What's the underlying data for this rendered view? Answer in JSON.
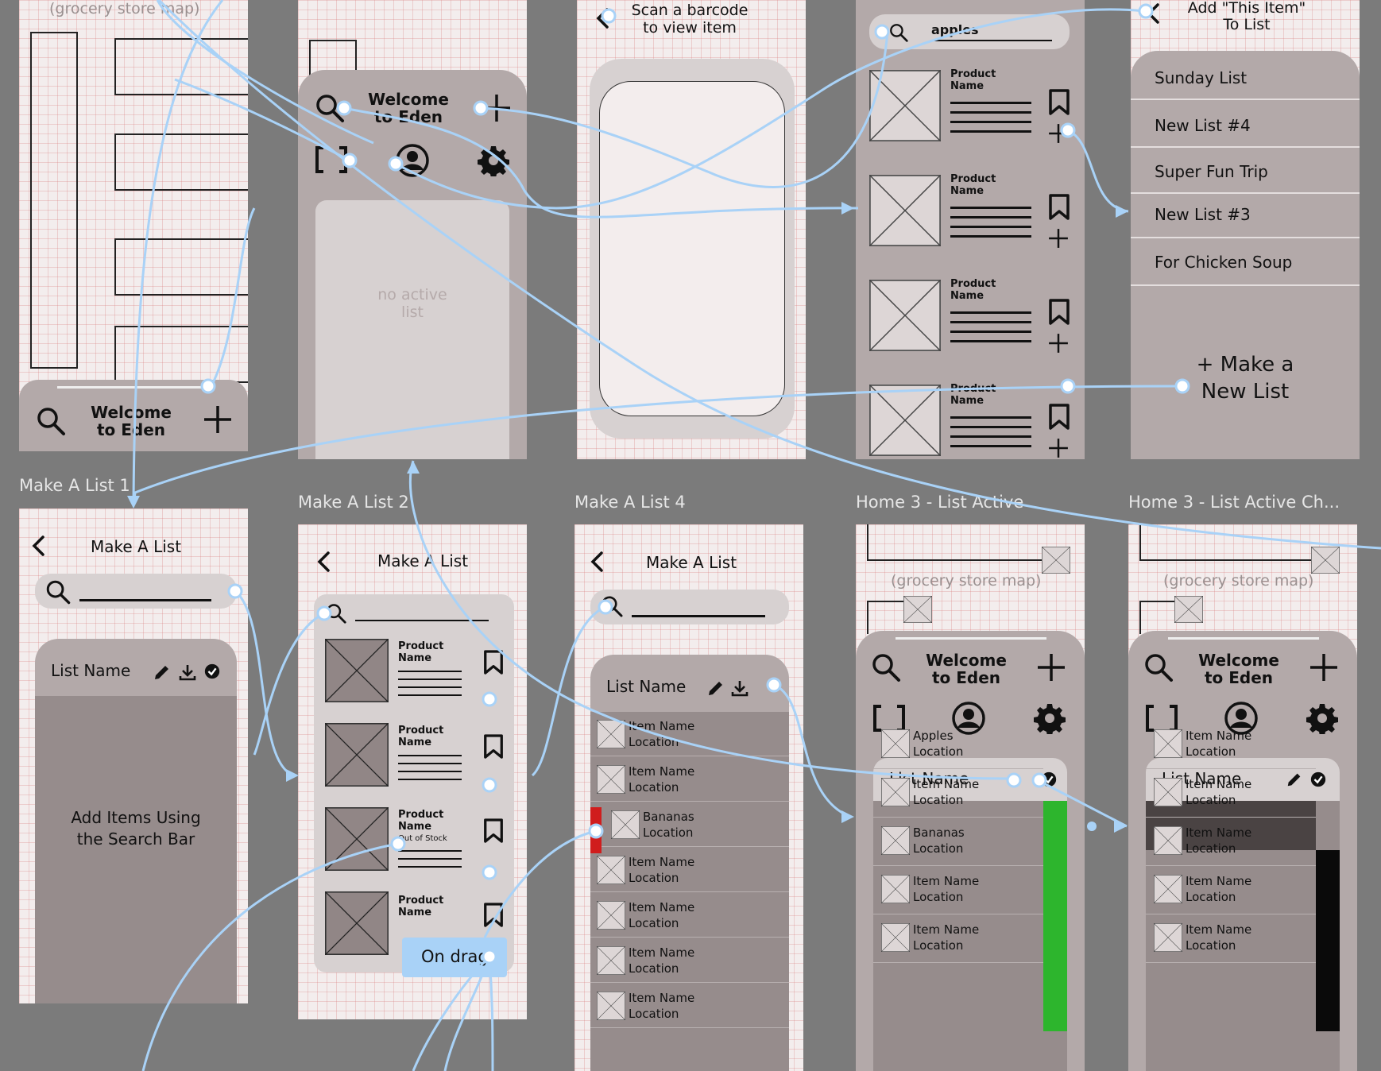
{
  "labels": {
    "make_list_1": "Make A List 1",
    "make_list_2": "Make A List 2",
    "make_list_4": "Make A List 4",
    "home3_active": "Home 3 - List Active",
    "home3_active_ch": "Home 3 - List Active Ch..."
  },
  "home": {
    "map_caption": "(grocery store map)",
    "welcome": "Welcome to Eden"
  },
  "home2": {
    "welcome": "Welcome to Eden",
    "no_active": "no active list"
  },
  "scan": {
    "title": "Scan a barcode to view item"
  },
  "search": {
    "query": "apples",
    "product_name": "Product Name"
  },
  "add_to_list": {
    "title": "Add \"This Item\" To List",
    "lists": [
      "Sunday List",
      "New List #4",
      "Super Fun Trip",
      "New List #3",
      "For Chicken Soup"
    ],
    "make_new": "+ Make a New List"
  },
  "make_a_list": {
    "title": "Make A List",
    "list_name": "List Name",
    "add_items_hint": "Add Items Using the Search Bar"
  },
  "make_list_2": {
    "product_name": "Product Name",
    "out_of_stock": "Out of Stock",
    "on_drag": "On drag"
  },
  "make_list_4": {
    "items": [
      {
        "name": "Item Name",
        "location": "Location"
      },
      {
        "name": "Item Name",
        "location": "Location"
      },
      {
        "name": "Bananas",
        "location": "Location"
      },
      {
        "name": "Item Name",
        "location": "Location"
      },
      {
        "name": "Item Name",
        "location": "Location"
      },
      {
        "name": "Item Name",
        "location": "Location"
      },
      {
        "name": "Item Name",
        "location": "Location"
      }
    ]
  },
  "home3": {
    "map_caption": "(grocery store map)",
    "welcome": "Welcome to Eden",
    "list_name": "List Name",
    "items": [
      {
        "name": "Apples",
        "location": "Location"
      },
      {
        "name": "Item Name",
        "location": "Location"
      },
      {
        "name": "Bananas",
        "location": "Location"
      },
      {
        "name": "Item Name",
        "location": "Location"
      },
      {
        "name": "Item Name",
        "location": "Location"
      }
    ]
  },
  "home3ch": {
    "map_caption": "(grocery store map)",
    "welcome": "Welcome to Eden",
    "list_name": "List Name",
    "items": [
      {
        "name": "Item Name",
        "location": "Location"
      },
      {
        "name": "Item Name",
        "location": "Location"
      },
      {
        "name": "Item Name",
        "location": "Location"
      },
      {
        "name": "Item Name",
        "location": "Location"
      },
      {
        "name": "Item Name",
        "location": "Location"
      }
    ]
  },
  "colors": {
    "accent_wire": "#a9d2f7",
    "panel": "#b3a9a9",
    "check_green": "#2db52d",
    "remove_red": "#d01d1d"
  }
}
